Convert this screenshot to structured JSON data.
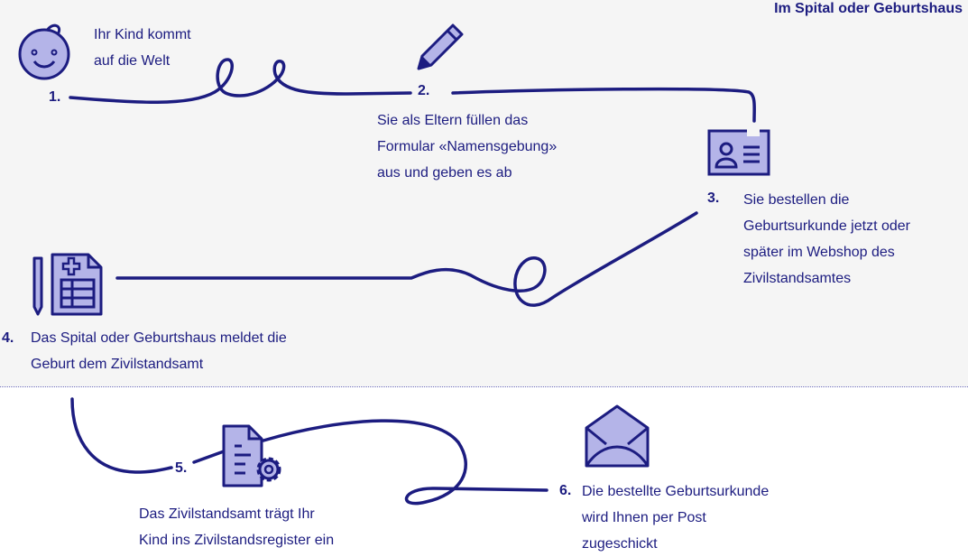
{
  "section_label": "Im Spital oder Geburtshaus",
  "colors": {
    "navy": "#1c1c80",
    "icon_fill": "#b4b4e8",
    "top_bg": "#f5f5f5"
  },
  "steps": [
    {
      "number": "1.",
      "text": "Ihr Kind kommt\nauf die Welt",
      "icon": "baby-face-icon"
    },
    {
      "number": "2.",
      "text": "Sie als Eltern füllen das\nFormular «Namensgebung»\naus und geben es ab",
      "icon": "pencil-icon"
    },
    {
      "number": "3.",
      "text": "Sie bestellen die\nGeburtsurkunde jetzt oder\nspäter im Webshop des\nZivilstandsamtes",
      "icon": "id-card-icon"
    },
    {
      "number": "4.",
      "text": "Das Spital oder Geburtshaus meldet die\nGeburt dem Zivilstandsamt",
      "icon": "medical-form-icon"
    },
    {
      "number": "5.",
      "text": "Das Zivilstandsamt trägt Ihr\nKind ins Zivilstandsregister ein",
      "icon": "document-gear-icon"
    },
    {
      "number": "6.",
      "text": "Die bestellte Geburtsurkunde\nwird Ihnen per Post\nzugeschickt",
      "icon": "envelope-icon"
    }
  ]
}
